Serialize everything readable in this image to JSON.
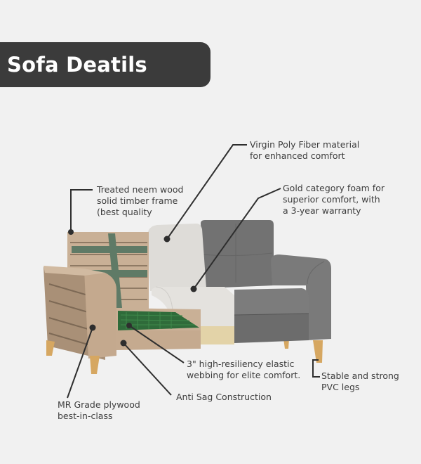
{
  "header": {
    "title": "Sofa Deatils"
  },
  "colors": {
    "background": "#f1f1f1",
    "title_bar": "#3b3b3b",
    "title_text": "#ffffff",
    "callout_text": "#3d3d3d",
    "leader_line": "#2e2e2e",
    "fabric_grey": "#6e6e6e",
    "foam_white": "#e2e0dd",
    "wood": "#c7ad92",
    "webbing_green": "#2f6b3a",
    "strap_green": "#5f7a66",
    "leg_wood": "#d6a761",
    "gold_foam": "#e3d3a8"
  },
  "callouts": [
    {
      "id": "virgin-poly-fiber",
      "lines": [
        "Virgin Poly Fiber material",
        "for enhanced comfort"
      ]
    },
    {
      "id": "treated-neem-wood",
      "lines": [
        "Treated neem wood",
        "solid timber frame",
        "(best quality"
      ]
    },
    {
      "id": "gold-category-foam",
      "lines": [
        "Gold category foam for",
        "superior comfort, with",
        "a 3-year warranty"
      ]
    },
    {
      "id": "elastic-webbing",
      "lines": [
        "3\" high-resiliency elastic",
        "webbing for elite comfort."
      ]
    },
    {
      "id": "pvc-legs",
      "lines": [
        "Stable and strong",
        "PVC legs"
      ]
    },
    {
      "id": "anti-sag",
      "lines": [
        "Anti Sag Construction"
      ]
    },
    {
      "id": "mr-grade-plywood",
      "lines": [
        "MR Grade plywood",
        "best-in-class"
      ]
    }
  ]
}
